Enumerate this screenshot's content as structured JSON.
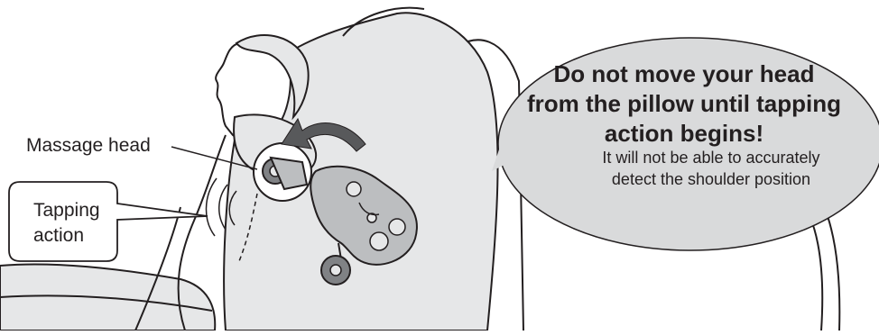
{
  "labels": {
    "massage_head": "Massage head",
    "tapping_action_line1": "Tapping",
    "tapping_action_line2": "action"
  },
  "bubble": {
    "heading_line1": "Do not move your head",
    "heading_line2": "from the pillow until tapping",
    "heading_line3": "action begins!",
    "body_line1": "It will not be able to accurately",
    "body_line2": "detect the shoulder position"
  },
  "colors": {
    "outline": "#231f20",
    "chair_fill": "#e6e7e8",
    "bubble_fill": "#d9dadb",
    "arrow_fill": "#58595b",
    "mechanism_fill": "#bcbec0",
    "roller_fill": "#808285"
  }
}
